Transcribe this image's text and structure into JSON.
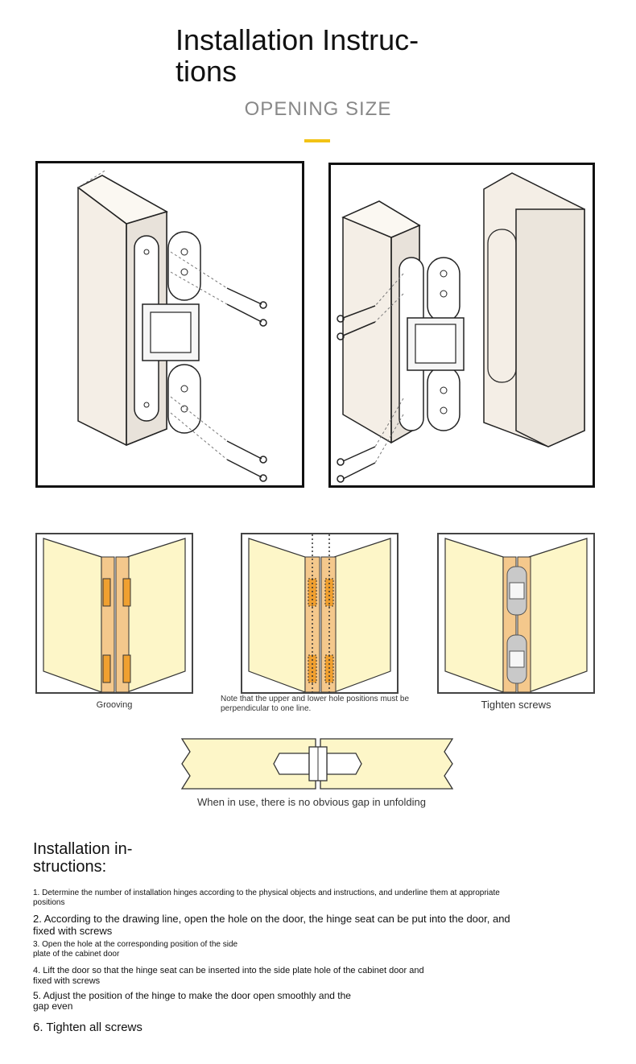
{
  "header": {
    "title": "Installation Instruc- tions",
    "title_line1": "Installation Instruc-",
    "title_line2": "tions",
    "subtitle": "OPENING SIZE",
    "accent_color": "#f2c316"
  },
  "figures": {
    "large": [
      {
        "name": "door-hinge-mounting-diagram"
      },
      {
        "name": "cabinet-hinge-mounting-diagram"
      }
    ],
    "small": [
      {
        "caption": "Grooving"
      },
      {
        "caption": "Note that the upper and lower hole positions must be perpendicular to one line."
      },
      {
        "caption": "Tighten screws"
      }
    ],
    "unfold": {
      "caption": "When in use, there is no obvious gap in unfolding"
    },
    "colors": {
      "panel_fill": "#fdf6c8",
      "edge_fill": "#f4c88c",
      "slot_fill": "#f0a030"
    }
  },
  "steps": {
    "title_line1": "Installation in-",
    "title_line2": "structions:",
    "items": [
      {
        "line1": "1. Determine the number of installation hinges according to the physical objects and instructions, and underline them at appropriate",
        "line2": "positions"
      },
      {
        "line1": "2. According to the drawing line, open the hole on the door, the hinge seat can be put into the door, and",
        "line2": "fixed with screws"
      },
      {
        "line1": "3. Open the hole at the corresponding position of the side",
        "line2": "plate of the cabinet door"
      },
      {
        "line1": "4. Lift the door so that the hinge seat can be inserted into the side plate hole of the cabinet door and",
        "line2": "fixed with screws"
      },
      {
        "line1": "5. Adjust the position of the hinge to make the door open smoothly and the",
        "line2": "gap even"
      },
      {
        "line1": "6. Tighten all screws",
        "line2": ""
      }
    ]
  }
}
